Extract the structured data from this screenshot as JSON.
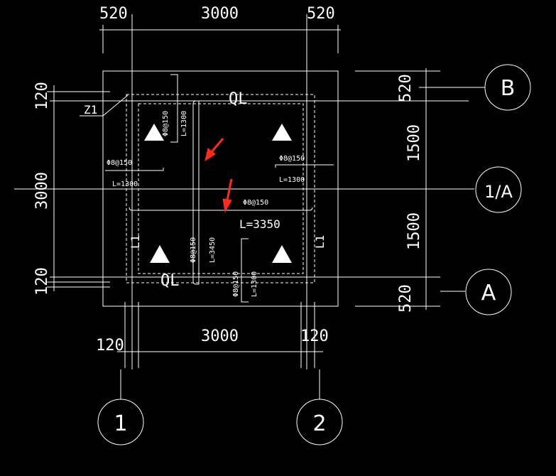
{
  "colors": {
    "background": "#000000",
    "line": "#ffffff",
    "arrow": "#ff2a1a"
  },
  "dims": {
    "top_left": "520",
    "top_mid": "3000",
    "top_right": "520",
    "bottom_left": "120",
    "bottom_mid": "3000",
    "bottom_right": "120",
    "left_top": "120",
    "left_mid": "3000",
    "left_bottom": "120",
    "right_top": "520",
    "right_upper": "1500",
    "right_lower": "1500",
    "right_bottom": "520"
  },
  "axes": {
    "b": "B",
    "half_a": "1/A",
    "a": "A",
    "one": "1",
    "two": "2"
  },
  "labels": {
    "ql_top": "QL",
    "ql_bottom": "QL",
    "z1": "Z1",
    "l1_left": "L1",
    "l1_right": "L1",
    "rebar_v1": "Φ8@150",
    "len_v1": "L=1300",
    "rebar_h_left": "Φ8@150",
    "len_h_left": "L=1300",
    "rebar_h_right": "Φ8@150",
    "len_h_right": "L=1300",
    "rebar_center": "Φ8@150",
    "len_center": "L=3350",
    "rebar_v2": "Φ8@150",
    "len_v2": "L=3450",
    "rebar_v3": "Φ8@150",
    "len_v3": "L=1300"
  }
}
